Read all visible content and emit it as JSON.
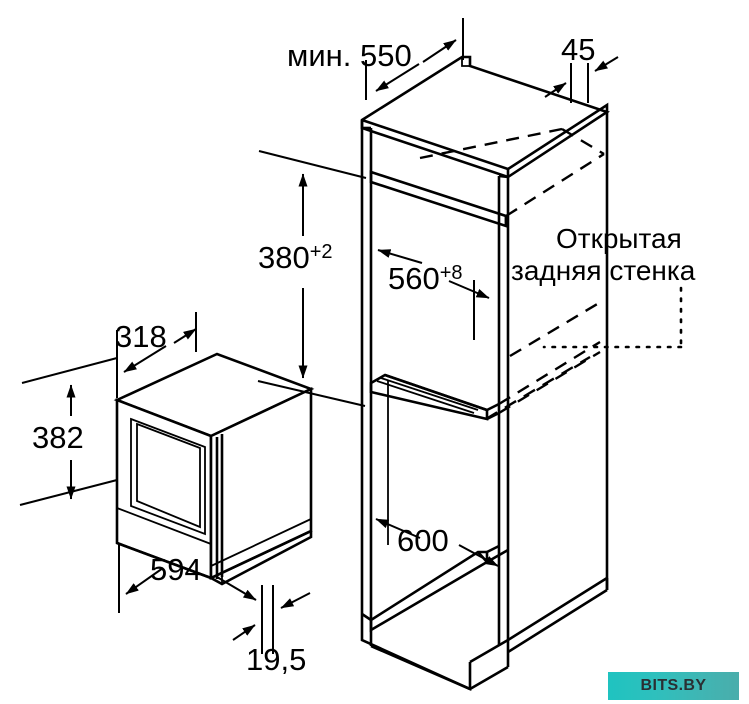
{
  "drawing": {
    "title": "Installation dimensions drawing",
    "units": "mm",
    "background_color": "#ffffff",
    "line_color": "#000000"
  },
  "dimensions": {
    "niche_depth": {
      "value": "мин. 550",
      "label": "niche-depth"
    },
    "top_gap": {
      "value": "45",
      "label": "top-gap"
    },
    "niche_height": {
      "base": "380",
      "tolerance": "+2",
      "label": "niche-height"
    },
    "niche_width": {
      "base": "560",
      "tolerance": "+8",
      "label": "niche-width"
    },
    "cabinet_width": {
      "value": "600",
      "label": "cabinet-width"
    },
    "appliance_depth": {
      "value": "318",
      "label": "appliance-depth"
    },
    "appliance_height": {
      "value": "382",
      "label": "appliance-height"
    },
    "appliance_width": {
      "value": "594",
      "label": "appliance-width"
    },
    "door_thickness": {
      "value": "19,5",
      "label": "door-thickness"
    }
  },
  "annotations": {
    "open_back_wall": {
      "line1": "Открытая",
      "line2": "задняя стенка"
    }
  },
  "watermark": {
    "text": "BITS.BY",
    "color_start": "#1fc3c0",
    "color_end": "#4aadab",
    "text_color": "#2a2f33"
  }
}
